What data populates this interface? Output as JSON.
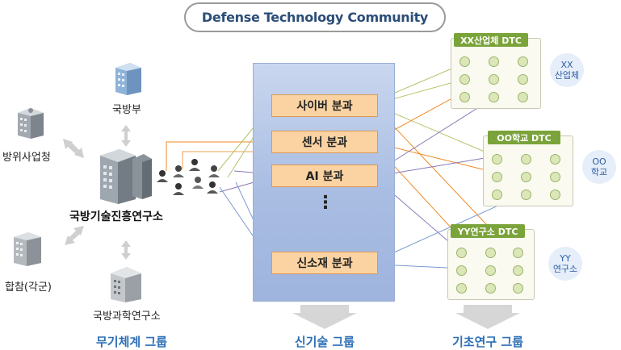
{
  "title": "Defense Technology Community",
  "left_group": {
    "nodes": {
      "mnd": "국방부",
      "industry": "방위사업청",
      "jcs": "합참(각군)",
      "center": "국방기술진흥연구소",
      "add": "국방과학연구소"
    },
    "group_label": "무기체계 그룹"
  },
  "tech_group": {
    "divisions": [
      "사이버 분과",
      "센서 분과",
      "AI 분과",
      "신소재 분과"
    ],
    "ellipsis": "⋮",
    "group_label": "신기술 그룹"
  },
  "research_group": {
    "dtcs": [
      {
        "tab": "XX산업체 DTC",
        "bubble_line1": "XX",
        "bubble_line2": "산업체"
      },
      {
        "tab": "OO학교 DTC",
        "bubble_line1": "OO",
        "bubble_line2": "학교"
      },
      {
        "tab": "YY연구소 DTC",
        "bubble_line1": "YY",
        "bubble_line2": "연구소"
      }
    ],
    "group_label": "기초연구 그룹"
  },
  "colors": {
    "title_text": "#2b4d78",
    "group_label": "#2e6fb7",
    "division_fill": "#fbd3a2",
    "dtc_tab": "#7aa33a",
    "line_green": "#b7c46a",
    "line_orange": "#f08a24",
    "line_blue": "#7a9bd0",
    "line_purple": "#8a78b8"
  },
  "icons": [
    "building-icon",
    "person-icon",
    "arrow-icon"
  ]
}
